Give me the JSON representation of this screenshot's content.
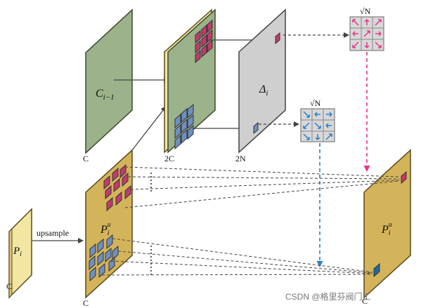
{
  "labels": {
    "p_i": "P",
    "p_i_sub": "i",
    "p_i_channels": "C",
    "upsample": "upsample",
    "piu_base": "P",
    "piu_sub": "i",
    "piu_sup": "u",
    "piu_channels": "C",
    "c_prev_base": "C",
    "c_prev_sub": "i−1",
    "c_prev_channels": "C",
    "concat_channels": "2C",
    "delta_base": "Δ",
    "delta_sub": "i",
    "delta_channels": "2N",
    "sqrt_n_top": "√N",
    "sqrt_n_mid": "√N",
    "output_base": "P",
    "output_sub": "i",
    "output_sup": "u",
    "output_channels": "C",
    "watermark": "CSDN @格里芬阀门工"
  },
  "colors": {
    "feature_yellow": "#f2e6a2",
    "feature_gold": "#d4b45a",
    "feature_green": "#9bb28b",
    "offset_gray": "#cfcfcf",
    "pink_patch": "#c23b6e",
    "blue_patch": "#6f8fbf",
    "pink_arrow": "#e8338a",
    "blue_arrow": "#2a7fc9",
    "output_blue": "#1f6b9e"
  }
}
